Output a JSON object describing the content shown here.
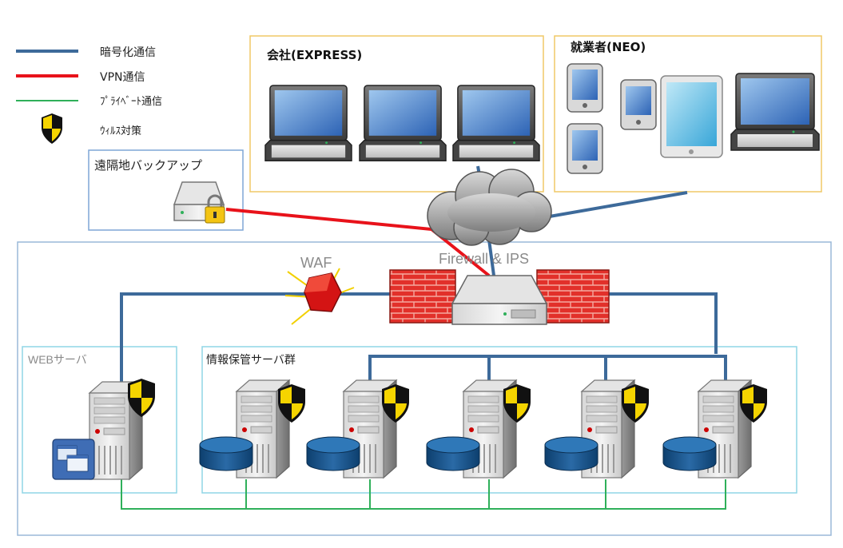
{
  "legend": {
    "encrypted": "暗号化通信",
    "vpn": "VPN通信",
    "private": "ﾌﾟﾗｲﾍﾞｰﾄ通信",
    "antivirus": "ｳｨﾙｽ対策"
  },
  "zones": {
    "backup": "遠隔地バックアップ",
    "company": "会社(EXPRESS)",
    "employee": "就業者(NEO)",
    "web": "WEBサーバ",
    "storage": "情報保管サーバ群"
  },
  "nodes": {
    "waf": "WAF",
    "firewall": "Firewall & IPS"
  },
  "colors": {
    "encrypted": "#3d6a9a",
    "vpn": "#e8121a",
    "private": "#2fb05a",
    "zone_yellow": "#f2d07a",
    "zone_blue": "#8ab0d8",
    "zone_cyan": "#8fd6e6"
  }
}
